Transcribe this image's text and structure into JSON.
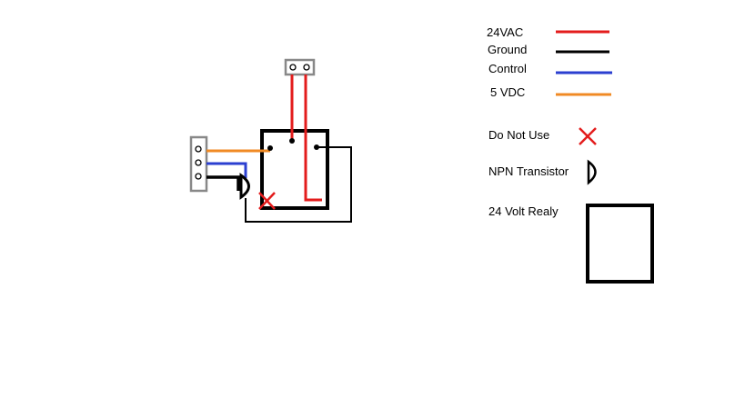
{
  "colors": {
    "vac24": "#e31c1c",
    "ground": "#000000",
    "control": "#2b3fd0",
    "vdc5": "#f08a24",
    "terminal_border": "#888888",
    "do_not_use": "#e31c1c",
    "background": "#ffffff"
  },
  "legend": {
    "vac24_label": "24VAC",
    "ground_label": "Ground",
    "control_label": "Control",
    "vdc5_label": "5 VDC",
    "do_not_use_label": "Do Not Use",
    "npn_label": "NPN Transistor",
    "relay_label": "24 Volt Realy"
  },
  "icons": {
    "do_not_use": "x-mark-icon",
    "npn_transistor": "npn-transistor-icon",
    "relay": "relay-box-icon",
    "terminal_block": "terminal-block-icon"
  }
}
